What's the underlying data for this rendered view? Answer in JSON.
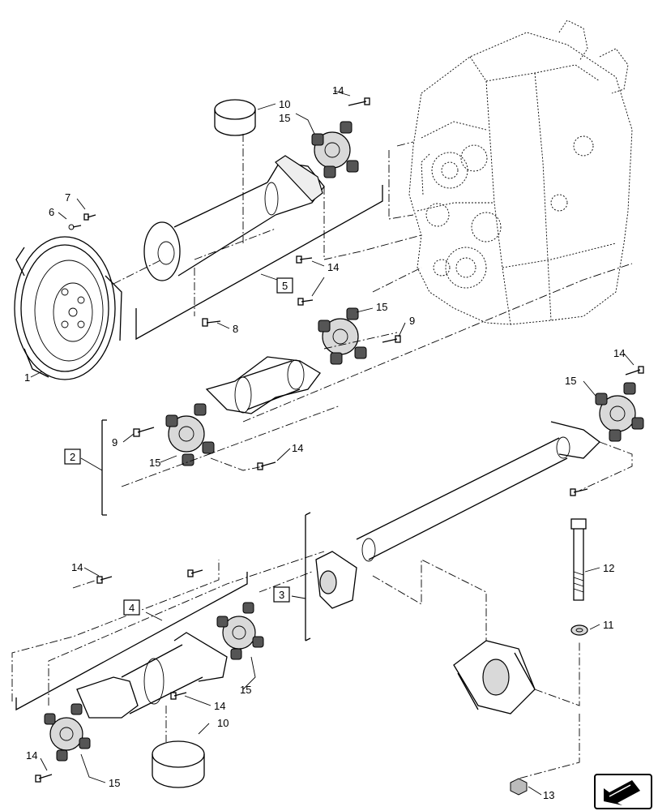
{
  "callouts": [
    {
      "id": "c1",
      "text": "1"
    },
    {
      "id": "c2",
      "text": "2"
    },
    {
      "id": "c3",
      "text": "3"
    },
    {
      "id": "c4",
      "text": "4"
    },
    {
      "id": "c5",
      "text": "5"
    },
    {
      "id": "c6",
      "text": "6"
    },
    {
      "id": "c7",
      "text": "7"
    },
    {
      "id": "c8",
      "text": "8"
    },
    {
      "id": "c9a",
      "text": "9"
    },
    {
      "id": "c9b",
      "text": "9"
    },
    {
      "id": "c10a",
      "text": "10"
    },
    {
      "id": "c10b",
      "text": "10"
    },
    {
      "id": "c11",
      "text": "11"
    },
    {
      "id": "c12",
      "text": "12"
    },
    {
      "id": "c13",
      "text": "13"
    },
    {
      "id": "c14a",
      "text": "14"
    },
    {
      "id": "c14b",
      "text": "14"
    },
    {
      "id": "c14c",
      "text": "14"
    },
    {
      "id": "c14d",
      "text": "14"
    },
    {
      "id": "c14e",
      "text": "14"
    },
    {
      "id": "c14f",
      "text": "14"
    },
    {
      "id": "c14g",
      "text": "14"
    },
    {
      "id": "c15a",
      "text": "15"
    },
    {
      "id": "c15b",
      "text": "15"
    },
    {
      "id": "c15c",
      "text": "15"
    },
    {
      "id": "c15d",
      "text": "15"
    },
    {
      "id": "c15e",
      "text": "15"
    },
    {
      "id": "c15f",
      "text": "15"
    }
  ],
  "icons": {
    "navigation": "arrow-icon"
  }
}
